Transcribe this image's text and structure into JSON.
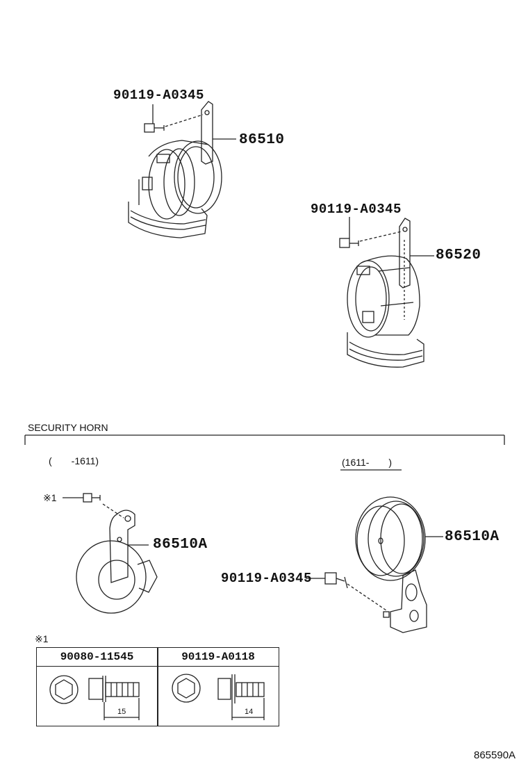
{
  "callouts": {
    "bolt_top_left": "90119-A0345",
    "horn_top_left": "86510",
    "bolt_top_right": "90119-A0345",
    "horn_top_right": "86520",
    "security_horn_left": "86510A",
    "security_horn_right": "86510A",
    "bolt_bottom_right": "90119-A0345",
    "note_mark_1": "※1"
  },
  "section": {
    "title": "SECURITY HORN",
    "range_left": "(　　-1611)",
    "range_right": "(1611-　　)"
  },
  "table": {
    "note_mark": "※1",
    "columns": [
      {
        "part": "90080-11545",
        "dimension": "15"
      },
      {
        "part": "90119-A0118",
        "dimension": "14"
      }
    ]
  },
  "figure_id": "865590A",
  "colors": {
    "line": "#222222",
    "background": "#ffffff"
  }
}
